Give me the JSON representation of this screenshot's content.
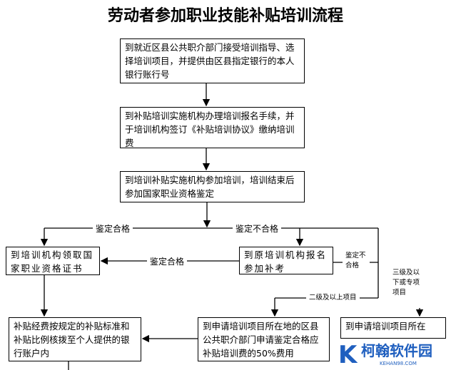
{
  "title": "劳动者参加职业技能补贴培训流程",
  "steps": [
    "到就近区县公共职介部门接受培训指导、选择培训项目，并提供由区县指定银行的本人银行账行号",
    "到补贴培训实施机构办理培训报名手续，并于培训机构签订《补贴培训协议》缴纳培训费",
    "到培训补贴实施机构参加培训，培训结束后参加国家职业资格鉴定",
    "到培训机构领取国家职业资格证书",
    "到原培训机构报名参加补考",
    "补贴经费按规定的补贴标准和补贴比例核拨至个人提供的银行账户内",
    "到申请培训项目所在地的区县公共职介部门申请鉴定合格应补贴培训费的50%费用",
    "到申请培训项目所在"
  ],
  "labels": {
    "pass": "鉴定合格",
    "fail": "鉴定不合格",
    "pass2": "鉴定合格",
    "fail2": "鉴定不合格",
    "level2": "二级及以上项目",
    "level3": "三级及以下或专项项目"
  },
  "watermark": {
    "name": "柯翰软件园",
    "url": "KEHAN98.COM"
  }
}
